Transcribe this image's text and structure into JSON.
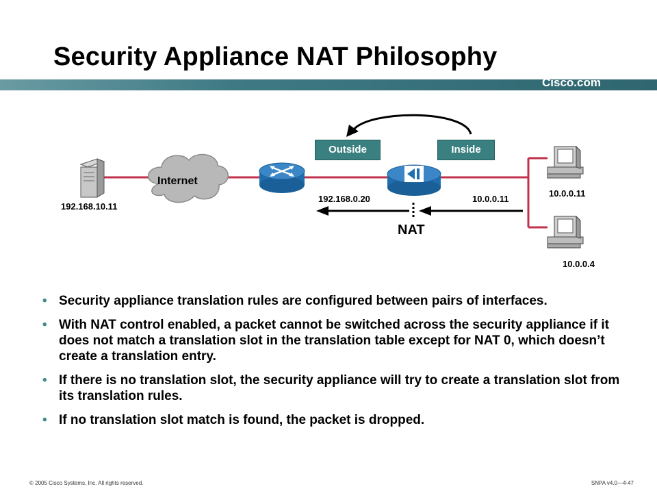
{
  "slide": {
    "title": "Security Appliance NAT Philosophy",
    "brand": "Cisco.com",
    "footer_left": "© 2005 Cisco Systems, Inc. All rights reserved.",
    "footer_right": "SNPA v4.0—4-47"
  },
  "diagram": {
    "cloud_label": "Internet",
    "server_ip": "192.168.10.11",
    "zone_outside": "Outside",
    "zone_inside": "Inside",
    "outside_ip": "192.168.0.20",
    "inside_ip": "10.0.0.11",
    "nat_label": "NAT",
    "host1_ip": "10.0.0.11",
    "host2_ip": "10.0.0.4"
  },
  "bullets": [
    "Security appliance translation rules are configured between pairs of interfaces.",
    "With NAT control enabled, a packet cannot be switched across the security appliance if it does not match a translation slot in the translation table except for NAT 0, which doesn’t create a translation entry.",
    "If there is no translation slot, the security appliance will try to create a translation slot from its translation rules.",
    "If no translation slot match is found, the packet is dropped."
  ],
  "bullet_marker": "•",
  "colors": {
    "accent_bar": "#3f7a84",
    "zone_box": "#3a8080",
    "link_line": "#c0314a",
    "device_blue": "#1f6fb0"
  }
}
